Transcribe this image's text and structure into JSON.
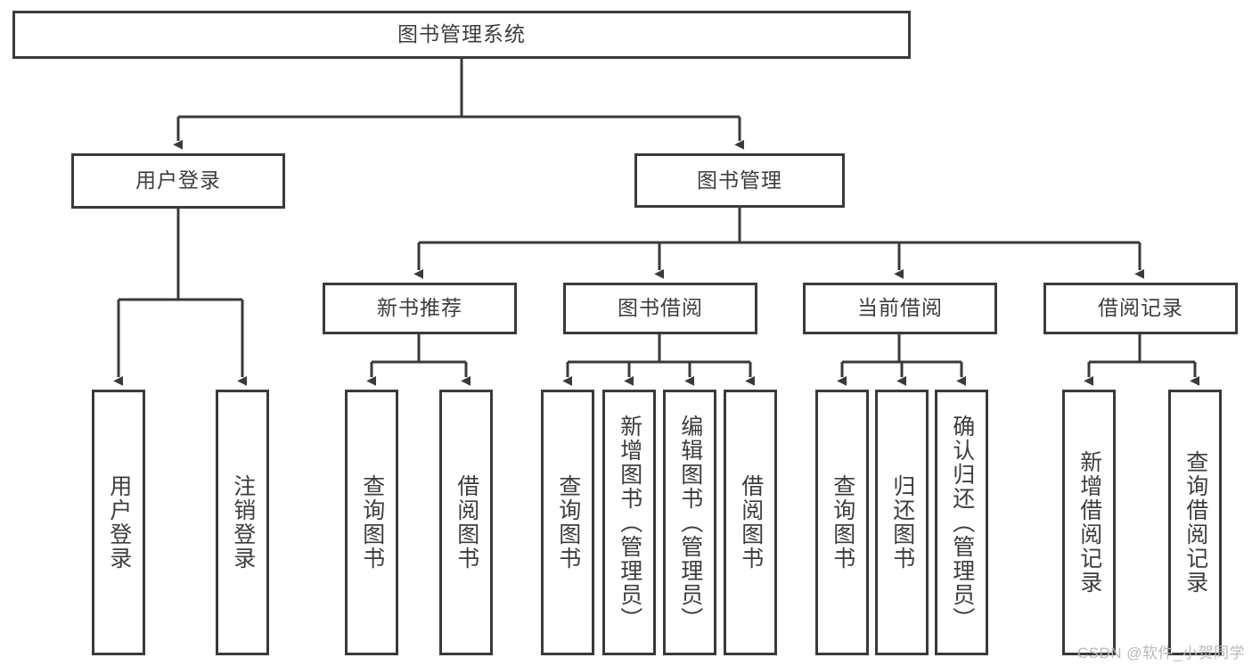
{
  "diagram": {
    "type": "hierarchy-tree",
    "title_node": {
      "label": "图书管理系统"
    },
    "level2": [
      {
        "id": "user-login",
        "label": "用户登录"
      },
      {
        "id": "book-manage",
        "label": "图书管理"
      }
    ],
    "level3": [
      {
        "id": "new-book-recommend",
        "label": "新书推荐",
        "parent": "book-manage"
      },
      {
        "id": "book-borrow",
        "label": "图书借阅",
        "parent": "book-manage"
      },
      {
        "id": "current-borrow",
        "label": "当前借阅",
        "parent": "book-manage"
      },
      {
        "id": "borrow-record",
        "label": "借阅记录",
        "parent": "book-manage"
      }
    ],
    "leaves": [
      {
        "id": "leaf-user-login",
        "label": "用户登录",
        "parent": "user-login"
      },
      {
        "id": "leaf-logout",
        "label": "注销登录",
        "parent": "user-login"
      },
      {
        "id": "leaf-query-book-1",
        "label": "查询图书",
        "parent": "new-book-recommend"
      },
      {
        "id": "leaf-borrow-book-1",
        "label": "借阅图书",
        "parent": "new-book-recommend"
      },
      {
        "id": "leaf-query-book-2",
        "label": "查询图书",
        "parent": "book-borrow"
      },
      {
        "id": "leaf-add-book",
        "label": "新增图书（管理员）",
        "parent": "book-borrow"
      },
      {
        "id": "leaf-edit-book",
        "label": "编辑图书（管理员）",
        "parent": "book-borrow"
      },
      {
        "id": "leaf-borrow-book-2",
        "label": "借阅图书",
        "parent": "book-borrow"
      },
      {
        "id": "leaf-query-book-3",
        "label": "查询图书",
        "parent": "current-borrow"
      },
      {
        "id": "leaf-return-book",
        "label": "归还图书",
        "parent": "current-borrow"
      },
      {
        "id": "leaf-confirm-return",
        "label": "确认归还（管理员）",
        "parent": "current-borrow"
      },
      {
        "id": "leaf-add-record",
        "label": "新增借阅记录",
        "parent": "borrow-record"
      },
      {
        "id": "leaf-query-record",
        "label": "查询借阅记录",
        "parent": "borrow-record"
      }
    ]
  },
  "watermark": {
    "text": "CSDN @软件_小贺同学"
  },
  "colors": {
    "border": "#3a3a3a",
    "text": "#3d3d3d",
    "background": "#ffffff",
    "watermark": "#b8b8b8"
  }
}
